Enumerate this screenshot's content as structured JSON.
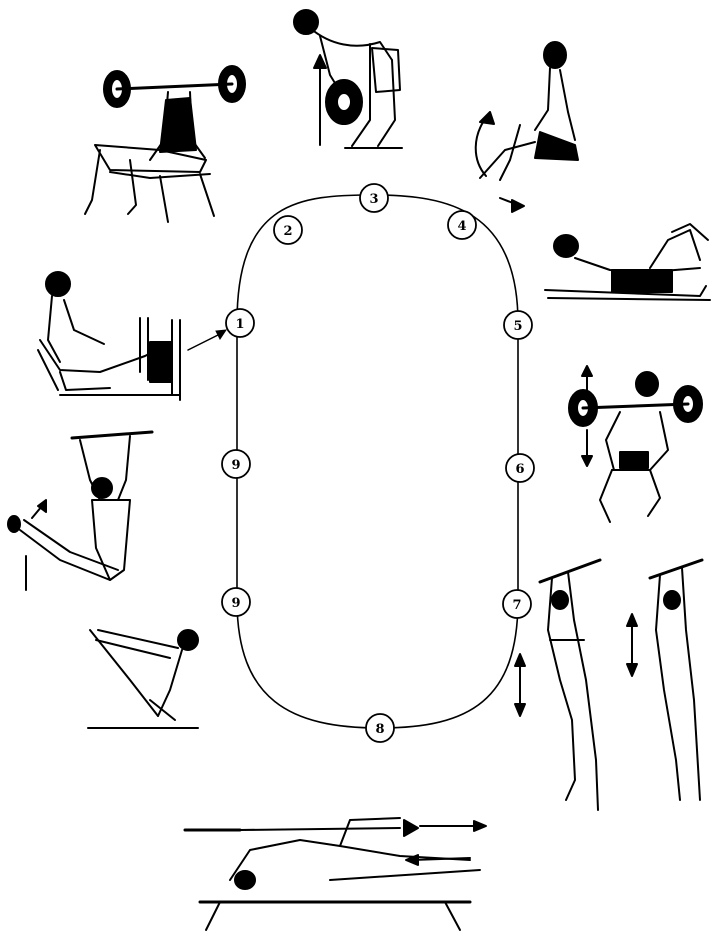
{
  "circuit": {
    "stations": [
      {
        "id": "station-1",
        "label": "1"
      },
      {
        "id": "station-2",
        "label": "2"
      },
      {
        "id": "station-3",
        "label": "3"
      },
      {
        "id": "station-4",
        "label": "4"
      },
      {
        "id": "station-5",
        "label": "5"
      },
      {
        "id": "station-6",
        "label": "6"
      },
      {
        "id": "station-7",
        "label": "7"
      },
      {
        "id": "station-8",
        "label": "8"
      },
      {
        "id": "station-9a",
        "label": "9"
      },
      {
        "id": "station-9b",
        "label": "9"
      }
    ],
    "exercises": [
      {
        "station": "1",
        "icon": "seated-leg-press-figure-icon"
      },
      {
        "station": "2",
        "icon": "seated-barbell-curl-figure-icon"
      },
      {
        "station": "3",
        "icon": "bent-over-lift-figure-icon"
      },
      {
        "station": "4",
        "icon": "seated-leg-extension-figure-icon"
      },
      {
        "station": "5",
        "icon": "prone-leg-curl-figure-icon"
      },
      {
        "station": "6",
        "icon": "barbell-squat-figure-icon"
      },
      {
        "station": "7",
        "icon": "pull-up-figures-icon"
      },
      {
        "station": "8",
        "icon": "lying-leg-press-figure-icon"
      },
      {
        "station": "9a",
        "icon": "hanging-leg-raise-figure-icon"
      },
      {
        "station": "9b",
        "icon": "v-sit-up-figure-icon"
      }
    ]
  }
}
